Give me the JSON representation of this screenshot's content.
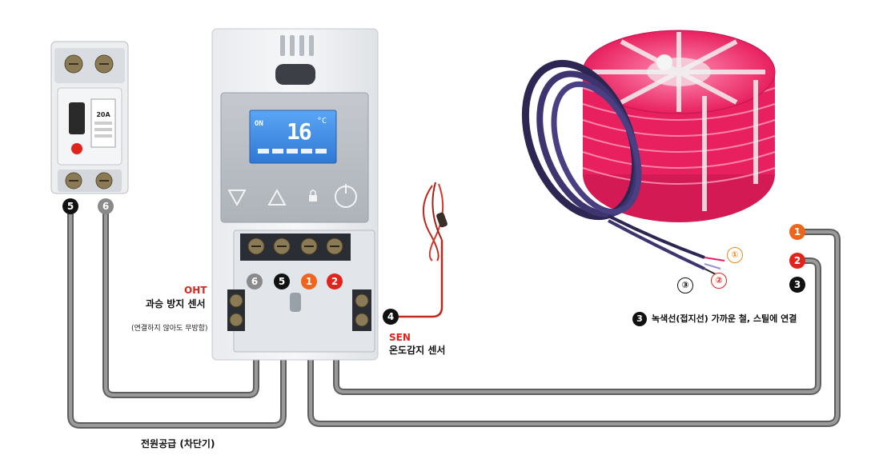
{
  "colors": {
    "wire_gray": "#6e6e6e",
    "wire_red": "#c0281e",
    "badge_black": "#111111",
    "badge_gray": "#8a8a8a",
    "badge_red": "#e0241b",
    "badge_orange": "#f0641e",
    "cable_pink": "#ff3a7a",
    "cable_purple": "#3a2f63",
    "lcd_blue": "#3d8ee8"
  },
  "breaker": {
    "rating": "20A",
    "badges": {
      "left": "5",
      "right": "6"
    }
  },
  "thermostat": {
    "lcd": {
      "status": "ON",
      "temperature": "16",
      "unit": "°C"
    },
    "buttons": [
      "down-arrow",
      "up-arrow",
      "lock",
      "power"
    ],
    "terminal_badges": [
      "6",
      "5",
      "1",
      "2"
    ],
    "sensor_badge": "4"
  },
  "labels": {
    "oht_title": "OHT",
    "oht_desc": "과승 방지 센서",
    "oht_note": "(연결하지 않아도 무방함)",
    "sen_title": "SEN",
    "sen_desc": "온도감지 센서",
    "power_supply": "전원공급 (차단기)",
    "ground_note": "녹색선(접지선) 가까운 철, 스틸에 연결"
  },
  "cable": {
    "wire_markers": [
      "①",
      "②",
      "③"
    ],
    "right_badges": [
      "1",
      "2",
      "3"
    ]
  }
}
